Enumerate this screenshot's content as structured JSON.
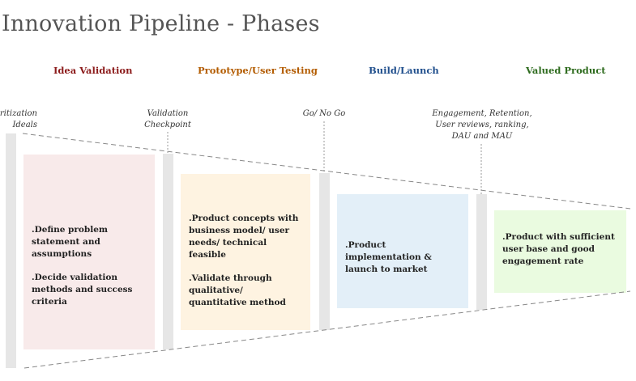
{
  "title": "Innovation Pipeline - Phases",
  "colors": {
    "idea": "#8b1a1a",
    "prototype": "#b35c00",
    "build": "#1f4e8c",
    "valued": "#2e6b1e",
    "box_idea": "#f8eaea",
    "box_prototype": "#fef3e1",
    "box_build": "#e3eff8",
    "box_valued": "#eafbe0",
    "gate": "#e6e6e6"
  },
  "phases": [
    {
      "label": "Idea Validation"
    },
    {
      "label": "Prototype/User Testing"
    },
    {
      "label": "Build/Launch"
    },
    {
      "label": "Valued Product"
    }
  ],
  "milestones": [
    {
      "lines": [
        "ritization",
        "Ideals"
      ]
    },
    {
      "lines": [
        "Validation",
        "Checkpoint"
      ]
    },
    {
      "lines": [
        "Go/ No Go"
      ]
    },
    {
      "lines": [
        "Engagement, Retention,",
        "User reviews, ranking,",
        "DAU and MAU"
      ]
    }
  ],
  "boxes": [
    {
      "items": [
        ".Define problem statement and assumptions",
        ".Decide validation methods and success criteria"
      ]
    },
    {
      "items": [
        ".Product concepts with business model/ user needs/ technical feasible",
        ".Validate through qualitative/ quantitative method"
      ]
    },
    {
      "items": [
        ".Product implementation & launch to market"
      ]
    },
    {
      "items": [
        ".Product with sufficient user base and good engagement rate"
      ]
    }
  ]
}
